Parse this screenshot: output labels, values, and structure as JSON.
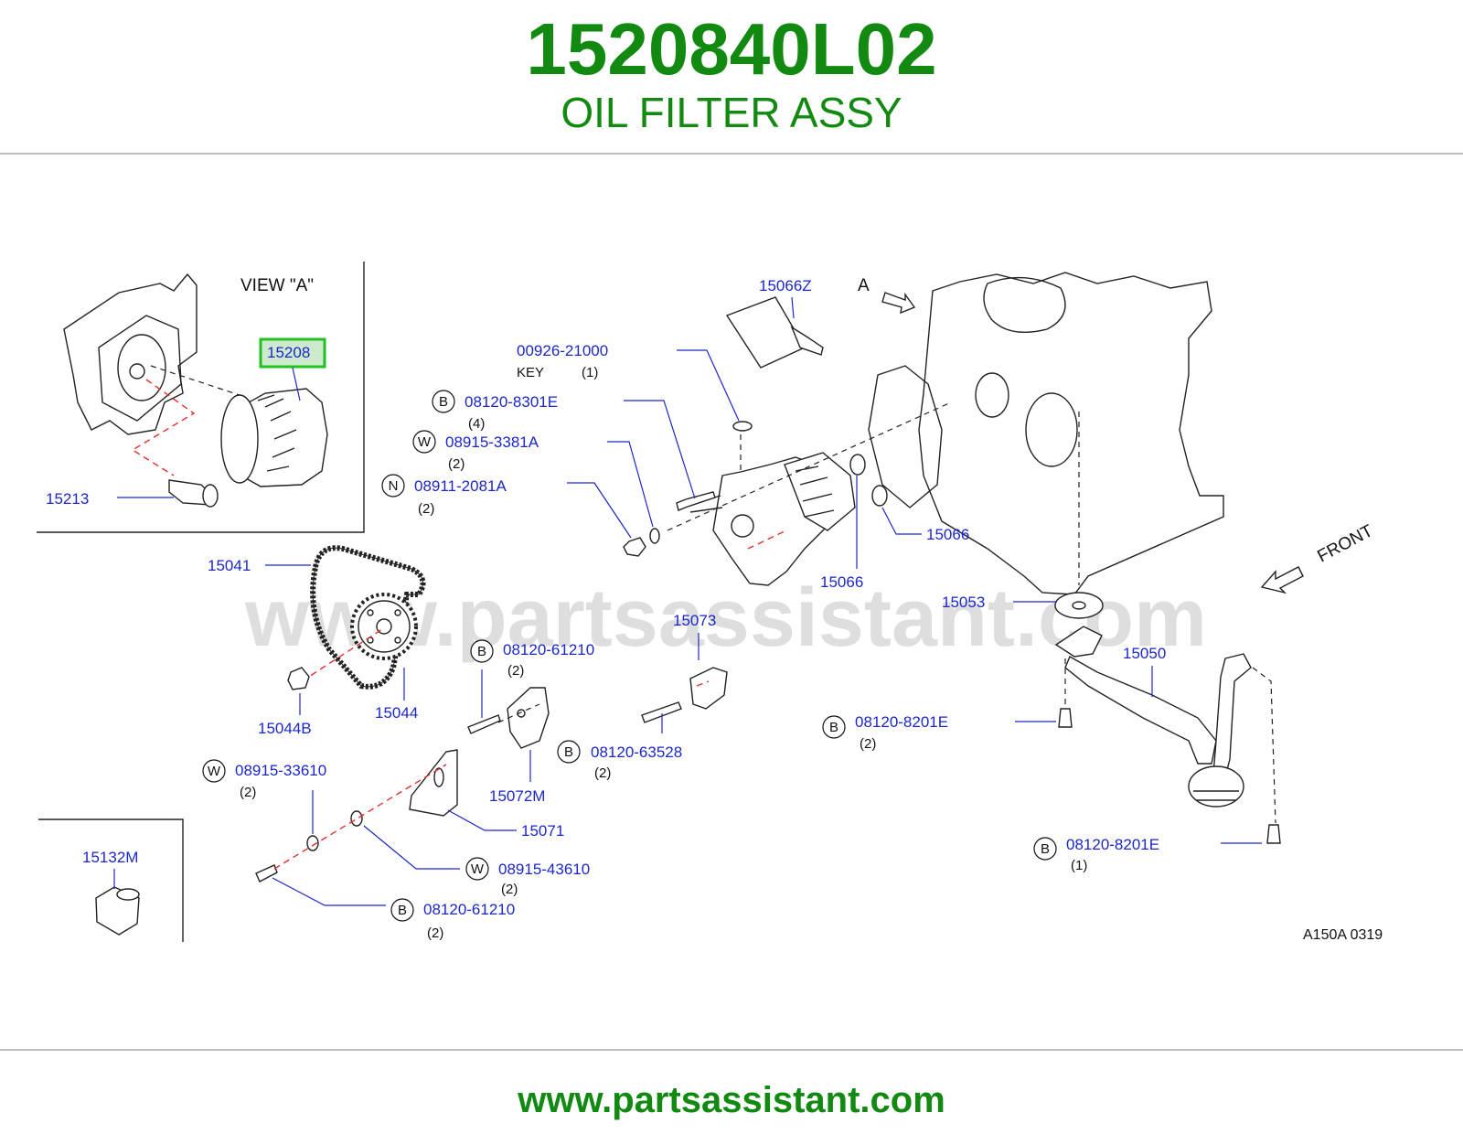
{
  "header": {
    "part_number": "1520840L02",
    "part_name": "OIL FILTER ASSY"
  },
  "footer": {
    "url": "www.partsassistant.com"
  },
  "diagram": {
    "watermark": "www.partsassistant.com",
    "view_label": "VIEW  \"A\"",
    "view_arrow_label": "A",
    "front_label": "FRONT",
    "code": "A150A   0319",
    "highlight_color": "#1fc21f",
    "callouts": [
      {
        "id": "15208",
        "highlighted": true
      },
      {
        "id": "15213"
      },
      {
        "id": "15066Z"
      },
      {
        "id": "00926-21000",
        "note": "KEY",
        "qty": "(1)"
      },
      {
        "id": "08120-8301E",
        "badge": "B",
        "qty": "(4)"
      },
      {
        "id": "08915-3381A",
        "badge": "W",
        "qty": "(2)"
      },
      {
        "id": "08911-2081A",
        "badge": "N",
        "qty": "(2)"
      },
      {
        "id": "15066"
      },
      {
        "id": "15066"
      },
      {
        "id": "15041"
      },
      {
        "id": "15053"
      },
      {
        "id": "15073"
      },
      {
        "id": "15050"
      },
      {
        "id": "08120-61210",
        "badge": "B",
        "qty": "(2)"
      },
      {
        "id": "15044B"
      },
      {
        "id": "15044"
      },
      {
        "id": "08120-63528",
        "badge": "B",
        "qty": "(2)"
      },
      {
        "id": "08120-8201E",
        "badge": "B",
        "qty": "(2)"
      },
      {
        "id": "08915-33610",
        "badge": "W",
        "qty": "(2)"
      },
      {
        "id": "15072M"
      },
      {
        "id": "15071"
      },
      {
        "id": "15132M"
      },
      {
        "id": "08915-43610",
        "badge": "W",
        "qty": "(2)"
      },
      {
        "id": "08120-8201E",
        "badge": "B",
        "qty": "(1)"
      },
      {
        "id": "08120-61210",
        "badge": "B",
        "qty": "(2)"
      }
    ]
  }
}
